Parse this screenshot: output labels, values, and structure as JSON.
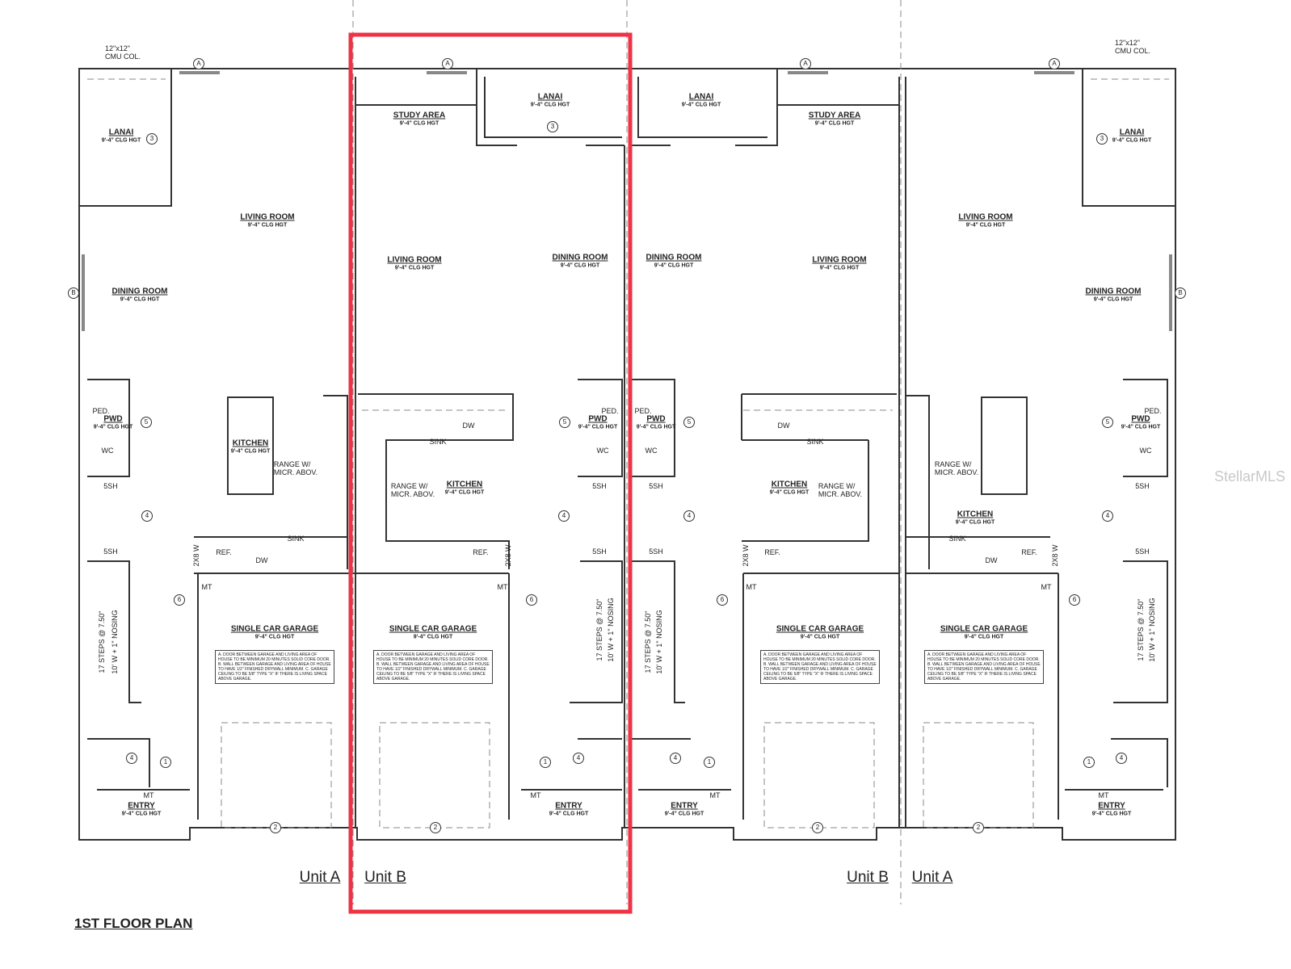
{
  "title": "1ST FLOOR PLAN",
  "ceiling": "9'-4\" CLG HGT",
  "column_note": [
    "12\"x12\"",
    "CMU COL."
  ],
  "units": [
    "Unit A",
    "Unit B",
    "Unit B",
    "Unit A"
  ],
  "highlight_color": "#ee3344",
  "watermark": "StellarMLS",
  "garage_notes": "A. DOOR BETWEEN GARAGE AND LIVING AREA OF HOUSE TO BE MINIMUM 20 MINUTES SOLID CORE DOOR. B. WALL BETWEEN GARAGE AND LIVING AREA OF HOUSE TO HAVE 1/2\" FINISHED DRYWALL MINIMUM. C. GARAGE CEILING TO BE 5/8\" TYPE \"X\" IF THERE IS LIVING SPACE ABOVE GARAGE.",
  "rooms": [
    "LANAI",
    "LIVING ROOM",
    "DINING ROOM",
    "PWD",
    "KITCHEN",
    "SINGLE CAR GARAGE",
    "ENTRY",
    "STUDY AREA",
    "LANAI",
    "LIVING ROOM",
    "DINING ROOM",
    "KITCHEN",
    "PWD",
    "SINGLE CAR GARAGE",
    "ENTRY",
    "LANAI",
    "STUDY AREA",
    "DINING ROOM",
    "LIVING ROOM",
    "PWD",
    "KITCHEN",
    "SINGLE CAR GARAGE",
    "ENTRY",
    "LIVING ROOM",
    "DINING ROOM",
    "LANAI",
    "PWD",
    "KITCHEN",
    "SINGLE CAR GARAGE",
    "ENTRY"
  ],
  "fixtures": [
    "SINK",
    "DW",
    "REF.",
    "RANGE W/\nMICR. ABOV.",
    "5SH",
    "5SH",
    "WC",
    "PED.",
    "MT",
    "2X8 W",
    "17 STEPS @ 7.50\"",
    "10' W + 1\" NOSING"
  ],
  "tags": [
    "A",
    "B",
    "1",
    "2",
    "3",
    "4",
    "5",
    "6"
  ]
}
